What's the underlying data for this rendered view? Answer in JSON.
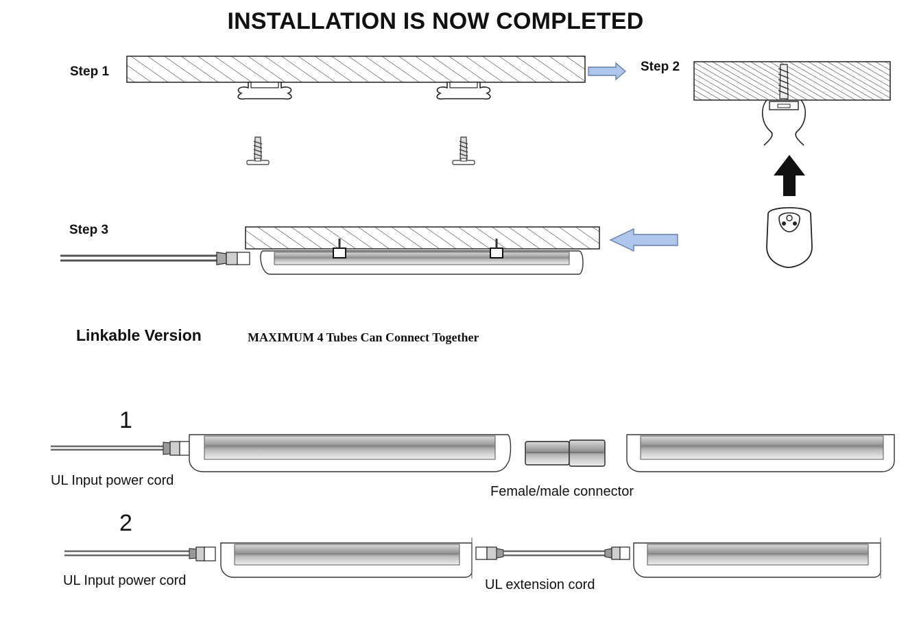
{
  "title": "INSTALLATION IS NOW COMPLETED",
  "steps": {
    "step1": "Step 1",
    "step2": "Step 2",
    "step3": "Step 3"
  },
  "linkable": {
    "heading": "Linkable Version",
    "note": "MAXIMUM 4 Tubes Can Connect Together"
  },
  "options": {
    "option1": {
      "number": "1",
      "power_cord_label": "UL Input power cord",
      "connector_label": "Female/male connector"
    },
    "option2": {
      "number": "2",
      "power_cord_label": "UL Input power cord",
      "extension_label": "UL extension cord"
    }
  },
  "colors": {
    "arrow_fill": "#aec6ea",
    "arrow_stroke": "#5f7fb8",
    "line": "#222222",
    "tube_light": "#f2f2f2",
    "tube_shade": "#bdbdbd"
  },
  "icons": [
    "hatched-ceiling",
    "mounting-clip",
    "screw-icon",
    "right-arrow-icon",
    "up-arrow-icon",
    "left-arrow-icon",
    "end-cap-icon",
    "led-tube",
    "power-cord-plug",
    "female-male-connector",
    "extension-cord"
  ]
}
